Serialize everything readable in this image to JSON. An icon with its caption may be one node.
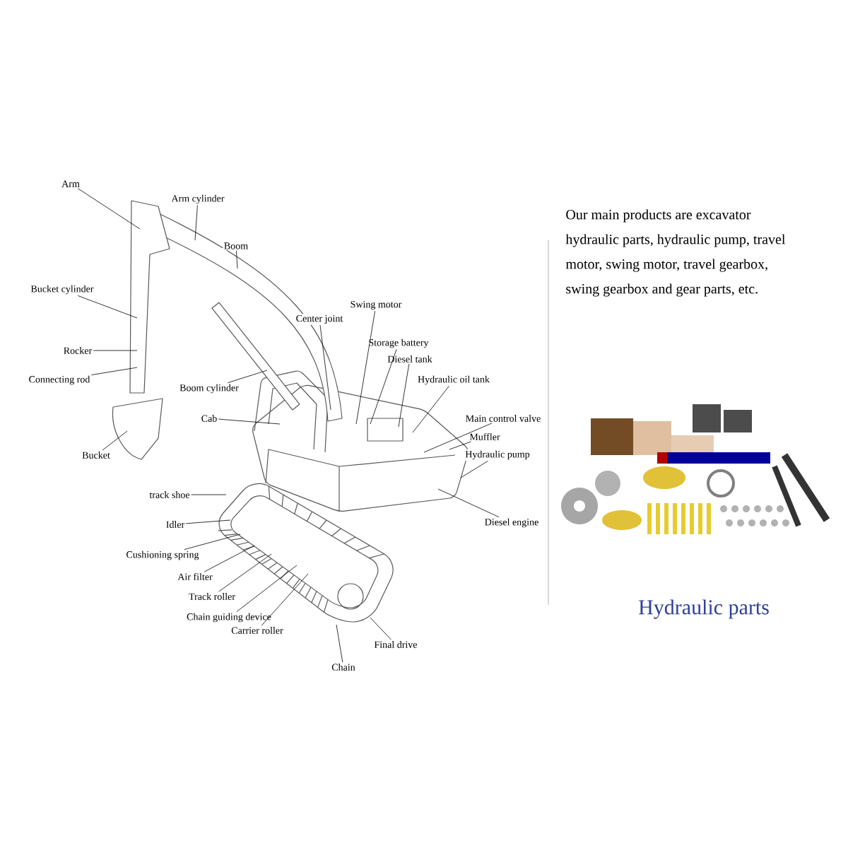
{
  "diagram": {
    "nodes": [
      {
        "text": [
          "Arm"
        ]
      },
      {
        "text": [
          "Arm cylinder"
        ]
      },
      {
        "text": [
          "Boom"
        ]
      },
      {
        "text": [
          "Bucket cylinder"
        ]
      },
      {
        "text": [
          "Swing motor"
        ]
      },
      {
        "text": [
          "Center joint"
        ]
      },
      {
        "text": [
          "Storage battery"
        ]
      },
      {
        "text": [
          "Diesel tank"
        ]
      },
      {
        "text": [
          "Hydraulic oil tank"
        ]
      },
      {
        "text": [
          "Rocker"
        ]
      },
      {
        "text": [
          "Connecting rod"
        ]
      },
      {
        "text": [
          "Boom cylinder"
        ]
      },
      {
        "text": [
          "Cab"
        ]
      },
      {
        "text": [
          "Main control valve"
        ]
      },
      {
        "text": [
          "Muffler"
        ]
      },
      {
        "text": [
          "Hydraulic pump"
        ]
      },
      {
        "text": [
          "Bucket"
        ]
      },
      {
        "text": [
          "track shoe"
        ]
      },
      {
        "text": [
          "Diesel engine"
        ]
      },
      {
        "text": [
          "Idler"
        ]
      },
      {
        "text": [
          "Cushioning spring"
        ]
      },
      {
        "text": [
          "Air filter"
        ]
      },
      {
        "text": [
          "Track roller"
        ]
      },
      {
        "text": [
          "Chain guiding device"
        ]
      },
      {
        "text": [
          "Carrier roller"
        ]
      },
      {
        "text": [
          "Final drive"
        ]
      },
      {
        "text": [
          "Chain"
        ]
      }
    ],
    "edges": [
      {
        "from": 0,
        "to": null,
        "arrow": "none"
      },
      {
        "from": 1,
        "to": null,
        "arrow": "none"
      },
      {
        "from": 2,
        "to": null,
        "arrow": "none"
      },
      {
        "from": 3,
        "to": null,
        "arrow": "none"
      },
      {
        "from": 4,
        "to": null,
        "arrow": "none"
      },
      {
        "from": 5,
        "to": null,
        "arrow": "none"
      },
      {
        "from": 6,
        "to": null,
        "arrow": "none"
      },
      {
        "from": 7,
        "to": null,
        "arrow": "none"
      },
      {
        "from": 8,
        "to": null,
        "arrow": "none"
      },
      {
        "from": 9,
        "to": null,
        "arrow": "none"
      },
      {
        "from": 10,
        "to": null,
        "arrow": "none"
      },
      {
        "from": 11,
        "to": null,
        "arrow": "none"
      },
      {
        "from": 12,
        "to": null,
        "arrow": "none"
      },
      {
        "from": 13,
        "to": null,
        "arrow": "none"
      },
      {
        "from": 14,
        "to": null,
        "arrow": "none"
      },
      {
        "from": 15,
        "to": null,
        "arrow": "none"
      },
      {
        "from": 16,
        "to": null,
        "arrow": "none"
      },
      {
        "from": 17,
        "to": null,
        "arrow": "none"
      },
      {
        "from": 18,
        "to": null,
        "arrow": "none"
      },
      {
        "from": 19,
        "to": null,
        "arrow": "none"
      },
      {
        "from": 20,
        "to": null,
        "arrow": "none"
      },
      {
        "from": 21,
        "to": null,
        "arrow": "none"
      },
      {
        "from": 22,
        "to": null,
        "arrow": "none"
      },
      {
        "from": 23,
        "to": null,
        "arrow": "none"
      },
      {
        "from": 24,
        "to": null,
        "arrow": "none"
      },
      {
        "from": 25,
        "to": null,
        "arrow": "none"
      },
      {
        "from": 26,
        "to": null,
        "arrow": "none"
      }
    ],
    "labels": [
      "Our main products are excavator hydraulic parts, hydraulic pump, travel motor, swing motor, travel gearbox, swing gearbox and gear parts, etc.",
      "Hydraulic parts"
    ]
  }
}
